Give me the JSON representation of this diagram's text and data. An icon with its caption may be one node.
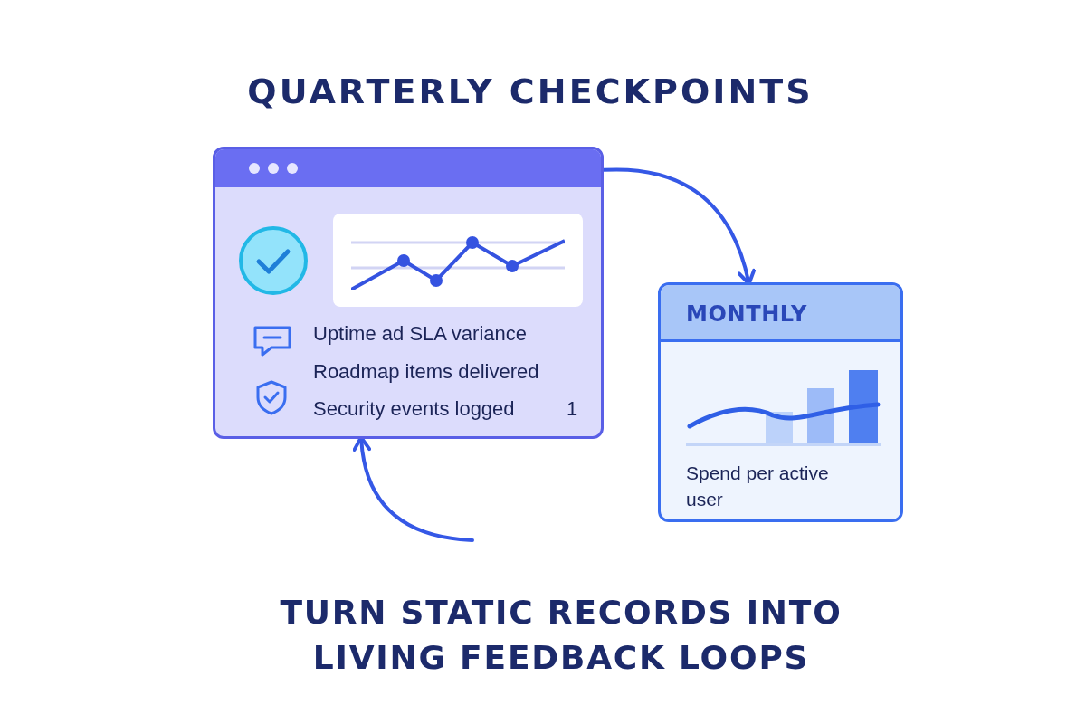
{
  "diagram": {
    "title": "QUARTERLY CHECKPOINTS",
    "caption": "TURN STATIC RECORDS INTO LIVING FEEDBACK LOOPS",
    "nodes": [
      {
        "text": [
          "Uptime ad SLA variance",
          "Roadmap items delivered",
          "Security events logged",
          "1"
        ]
      },
      {
        "text": [
          "MONTHLY",
          "Spend per active user"
        ]
      }
    ],
    "edges": [
      {
        "from": 0,
        "to": 1,
        "arrow": "to"
      },
      {
        "from": null,
        "to": 0,
        "arrow": "to"
      }
    ]
  }
}
